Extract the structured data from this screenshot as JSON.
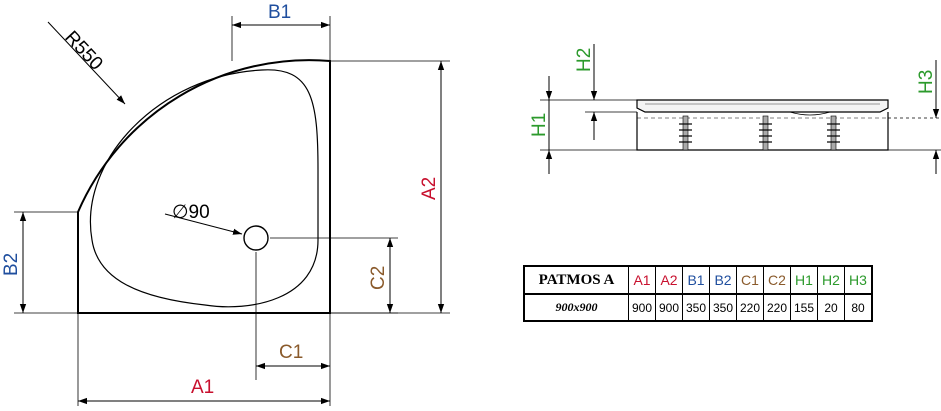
{
  "plan": {
    "radius_label": "R550",
    "drain_label": "∅90",
    "dim_labels": {
      "A1": "A1",
      "A2": "A2",
      "B1": "B1",
      "B2": "B2",
      "C1": "C1",
      "C2": "C2"
    }
  },
  "side": {
    "dim_labels": {
      "H1": "H1",
      "H2": "H2",
      "H3": "H3"
    }
  },
  "colors": {
    "A": "#c8102e",
    "B": "#1f4e9e",
    "C": "#8a5a2b",
    "H": "#2c9a2c"
  },
  "table": {
    "model": "PATMOS A",
    "columns": [
      {
        "label": "A1",
        "color": "#c8102e"
      },
      {
        "label": "A2",
        "color": "#c8102e"
      },
      {
        "label": "B1",
        "color": "#1f4e9e"
      },
      {
        "label": "B2",
        "color": "#1f4e9e"
      },
      {
        "label": "C1",
        "color": "#8a5a2b"
      },
      {
        "label": "C2",
        "color": "#8a5a2b"
      },
      {
        "label": "H1",
        "color": "#2c9a2c"
      },
      {
        "label": "H2",
        "color": "#2c9a2c"
      },
      {
        "label": "H3",
        "color": "#2c9a2c"
      }
    ],
    "rows": [
      {
        "size": "900x900",
        "values": [
          "900",
          "900",
          "350",
          "350",
          "220",
          "220",
          "155",
          "20",
          "80"
        ]
      }
    ]
  }
}
